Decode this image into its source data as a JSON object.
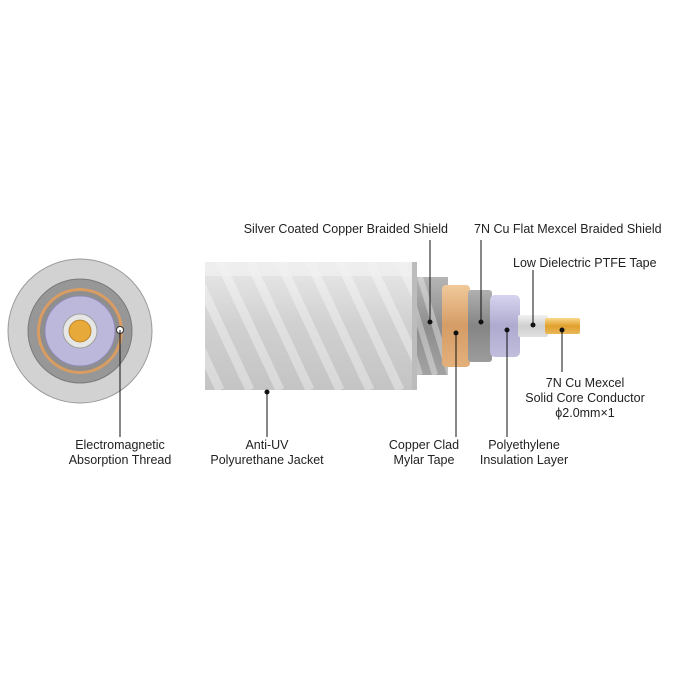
{
  "labels": {
    "silver_shield": "Silver Coated Copper Braided Shield",
    "flat_shield": "7N Cu Flat Mexcel Braided Shield",
    "ptfe_tape": "Low Dielectric PTFE Tape",
    "core_line1": "7N Cu Mexcel",
    "core_line2": "Solid Core Conductor",
    "core_line3": "ϕ2.0mm×1",
    "thread_line1": "Electromagnetic",
    "thread_line2": "Absorption Thread",
    "jacket_line1": "Anti-UV",
    "jacket_line2": "Polyurethane Jacket",
    "mylar_line1": "Copper Clad",
    "mylar_line2": "Mylar Tape",
    "insulation_line1": "Polyethylene",
    "insulation_line2": "Insulation Layer"
  },
  "colors": {
    "jacket": "#d4d4d4",
    "braid": "#9a9a9a",
    "mylar": "#d9a878",
    "flat_braid": "#8f8f8f",
    "insulation": "#b9b6d8",
    "ptfe": "#dcdcdc",
    "core": "#e6a93a",
    "leader": "#111111"
  }
}
